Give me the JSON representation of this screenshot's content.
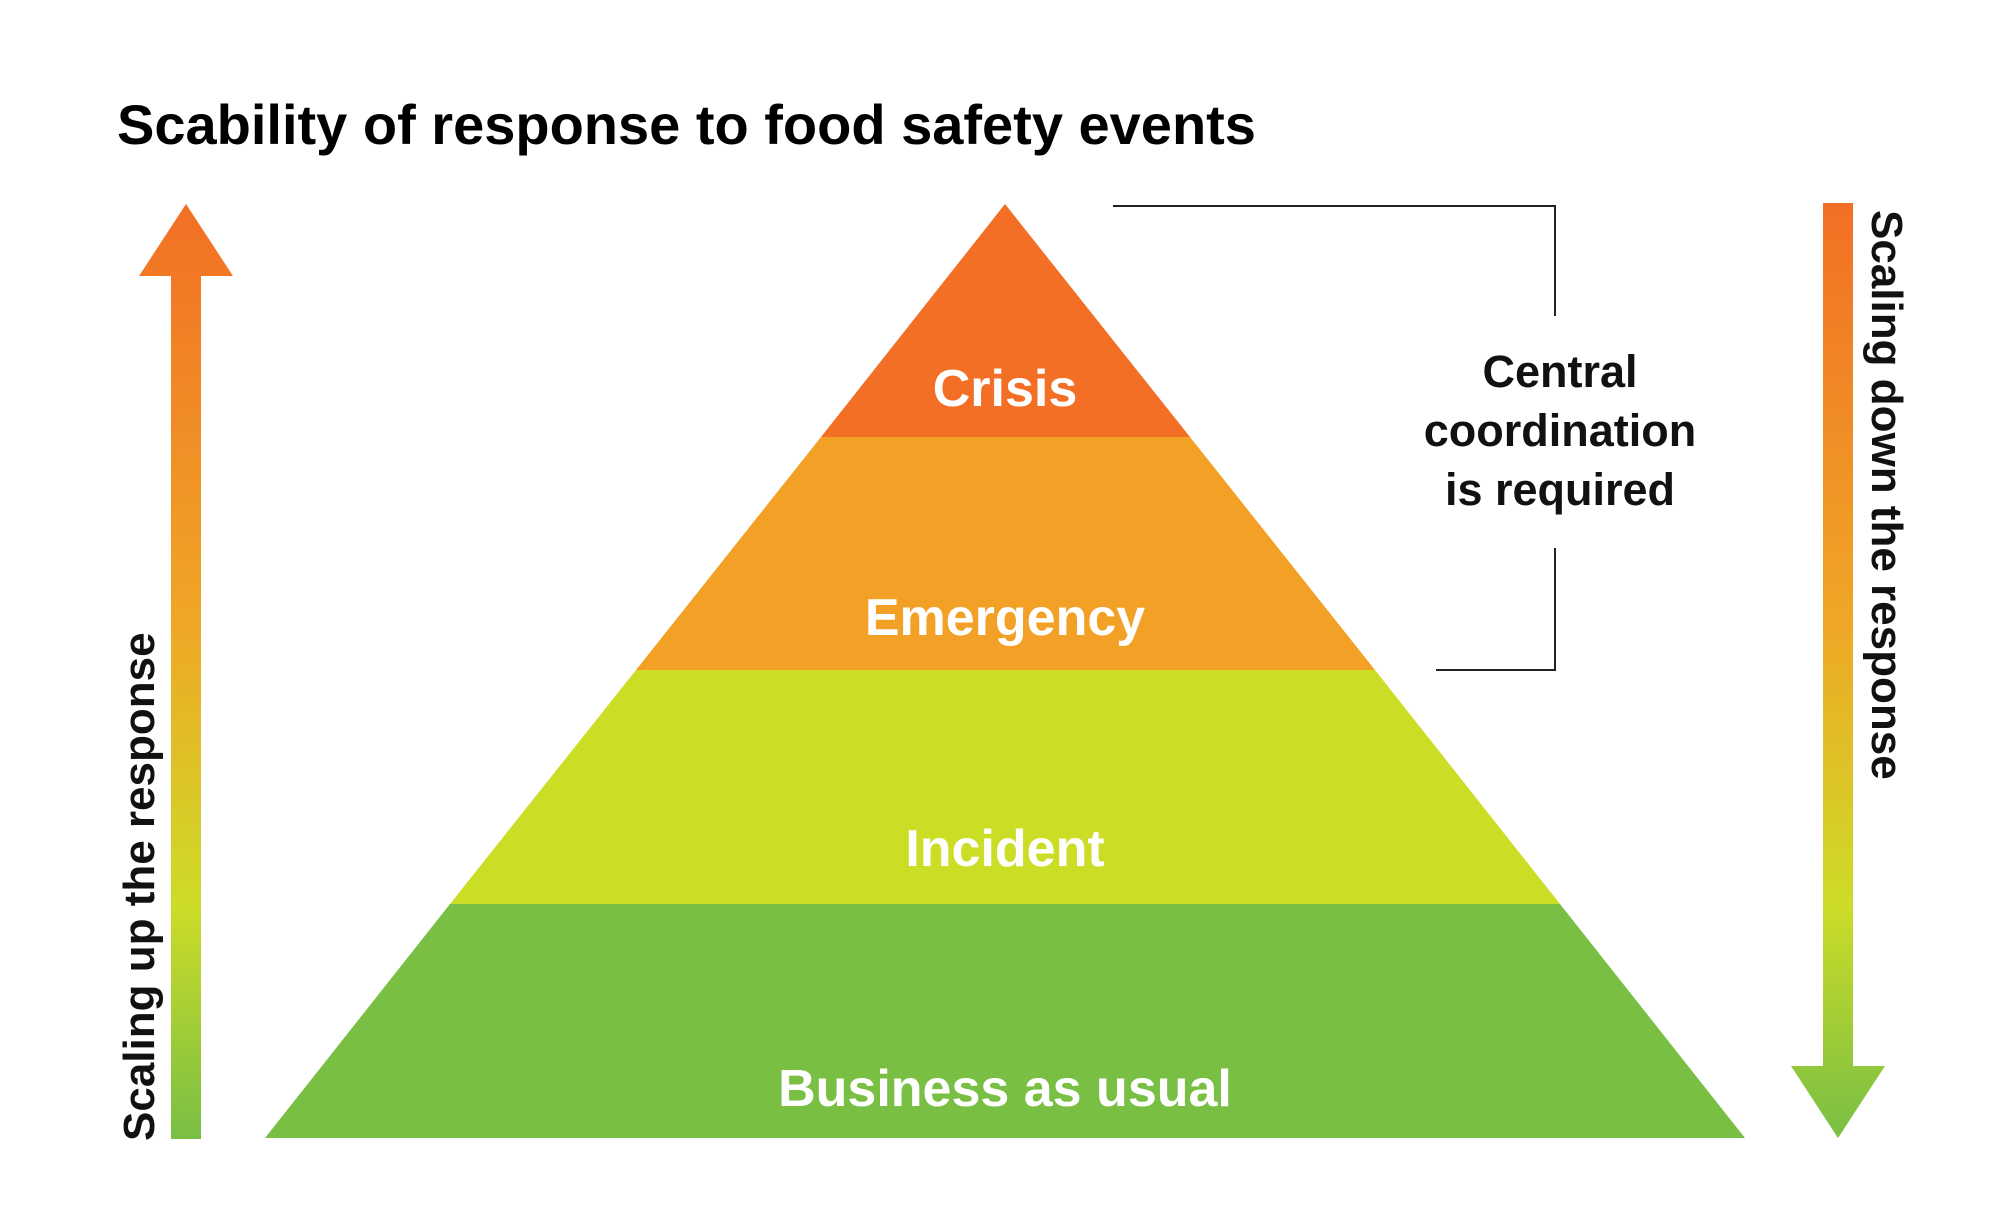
{
  "title": "Scability of response to food safety events",
  "tiers": [
    {
      "label": "Crisis",
      "color": "#f26f25"
    },
    {
      "label": "Emergency",
      "color": "#f3a126"
    },
    {
      "label": "Incident",
      "color": "#ccdd26"
    },
    {
      "label": "Business as usual",
      "color": "#79bf44"
    }
  ],
  "left_arrow": {
    "label": "Scaling up the response",
    "color_top": "#f26f25",
    "color_bottom": "#79bf44"
  },
  "right_arrow": {
    "label": "Scaling down the response",
    "color_top": "#f26f25",
    "color_bottom": "#79bf44"
  },
  "bracket_note": {
    "lines": [
      "Central",
      "coordination",
      "is required"
    ]
  }
}
